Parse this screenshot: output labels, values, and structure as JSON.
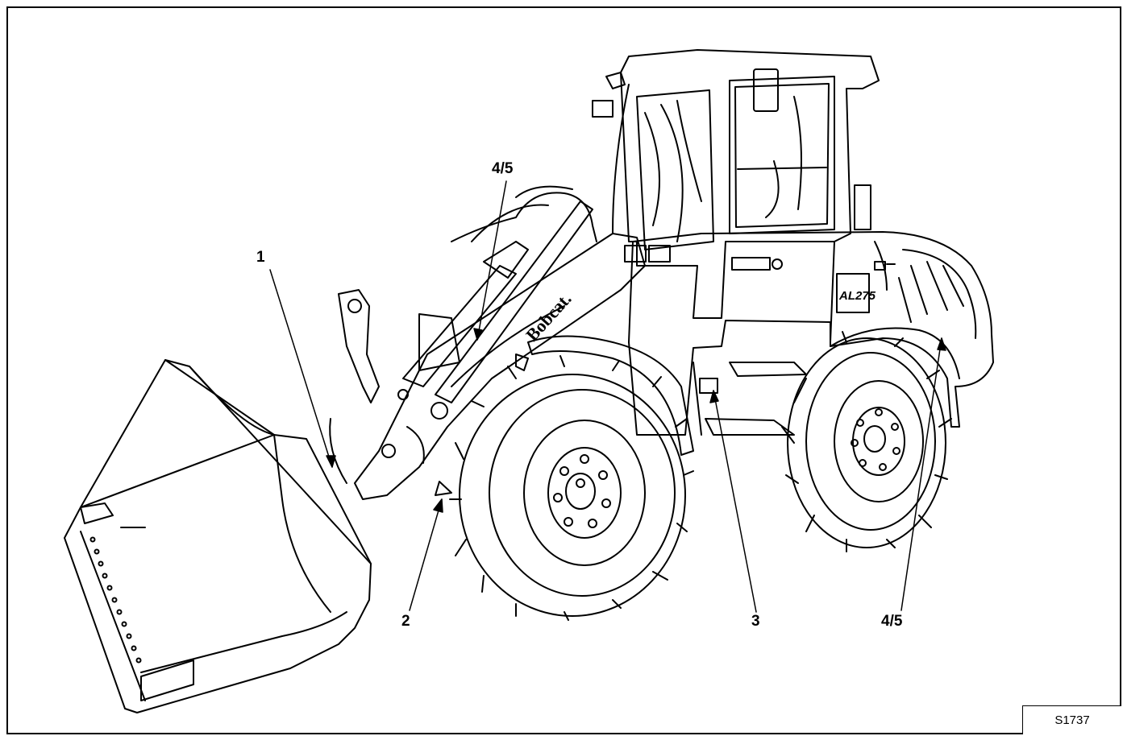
{
  "callouts": {
    "c1": "1",
    "c2": "2",
    "c3": "3",
    "c45_top": "4/5",
    "c45_bottom": "4/5"
  },
  "decals": {
    "brand": "Bobcat.",
    "model": "AL275"
  },
  "figure_id": "S1737",
  "colors": {
    "line": "#000000",
    "background": "#ffffff"
  }
}
